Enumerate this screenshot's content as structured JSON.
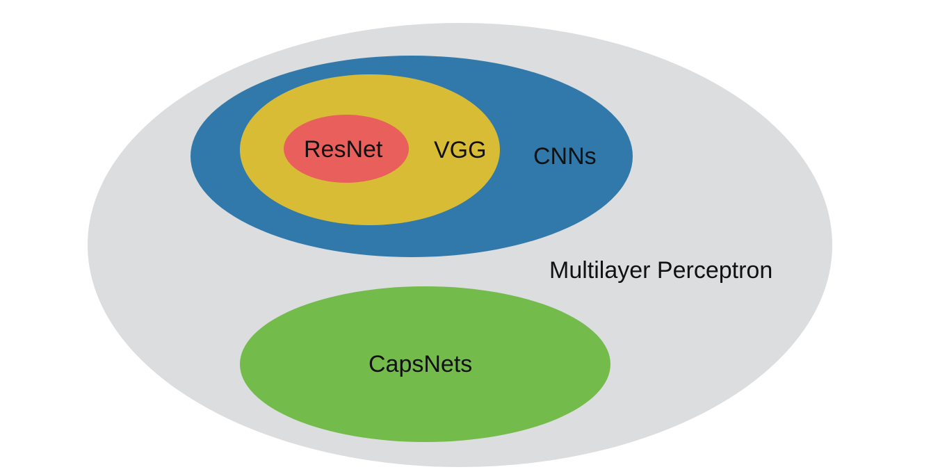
{
  "diagram": {
    "sets": [
      {
        "id": "mlp",
        "label": "Multilayer Perceptron",
        "color": "#DCDDDF"
      },
      {
        "id": "cnns",
        "label": "CNNs",
        "color": "#3079AA"
      },
      {
        "id": "vgg",
        "label": "VGG",
        "color": "#D9BC35"
      },
      {
        "id": "resnet",
        "label": "ResNet",
        "color": "#E85F5C"
      },
      {
        "id": "capsnets",
        "label": "CapsNets",
        "color": "#73BB4B"
      }
    ],
    "relations": [
      {
        "child": "cnns",
        "parent": "mlp"
      },
      {
        "child": "vgg",
        "parent": "cnns"
      },
      {
        "child": "resnet",
        "parent": "vgg"
      },
      {
        "child": "capsnets",
        "parent": "mlp"
      }
    ]
  }
}
